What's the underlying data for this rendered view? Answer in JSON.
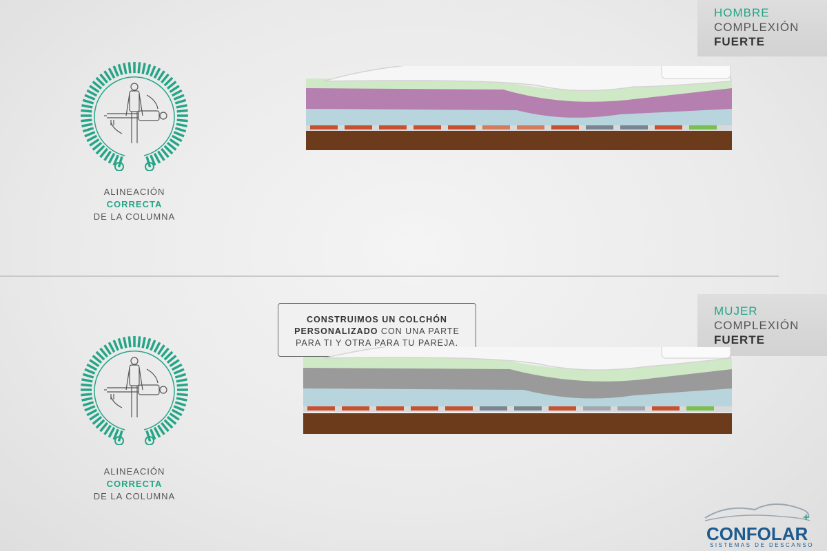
{
  "top": {
    "tag": {
      "line1": "HOMBRE",
      "line2": "COMPLEXIÓN",
      "line3": "FUERTE"
    },
    "caption": {
      "line1": "ALINEACIÓN",
      "line2": "CORRECTA",
      "line3": "DE LA COLUMNA"
    }
  },
  "bottom": {
    "tag": {
      "line1": "MUJER",
      "line2": "COMPLEXIÓN",
      "line3": "FUERTE"
    },
    "caption": {
      "line1": "ALINEACIÓN",
      "line2": "CORRECTA",
      "line3": "DE LA COLUMNA"
    },
    "bubble": {
      "bold1": "CONSTRUIMOS UN COLCHÓN",
      "bold2": "PERSONALIZADO",
      "rest2": " CON UNA PARTE",
      "line3": "PARA TI Y OTRA PARA TU PAREJA."
    }
  },
  "logo": {
    "name": "CONFOLAR",
    "subtitle": "SISTEMAS DE DESCANSO"
  },
  "colors": {
    "accent": "#25a587",
    "brand": "#1d5a8e",
    "layer_green": "#cfe8c6",
    "layer_purple": "#b57fb0",
    "layer_gray": "#9a9a9a",
    "layer_blue": "#b8d4dc",
    "base_wood": "#6b3b1c"
  },
  "icons": [
    "spine-alignment-gauge-icon",
    "dotted-arrow-icon",
    "mattress-illustration",
    "confolar-logo-icon"
  ]
}
